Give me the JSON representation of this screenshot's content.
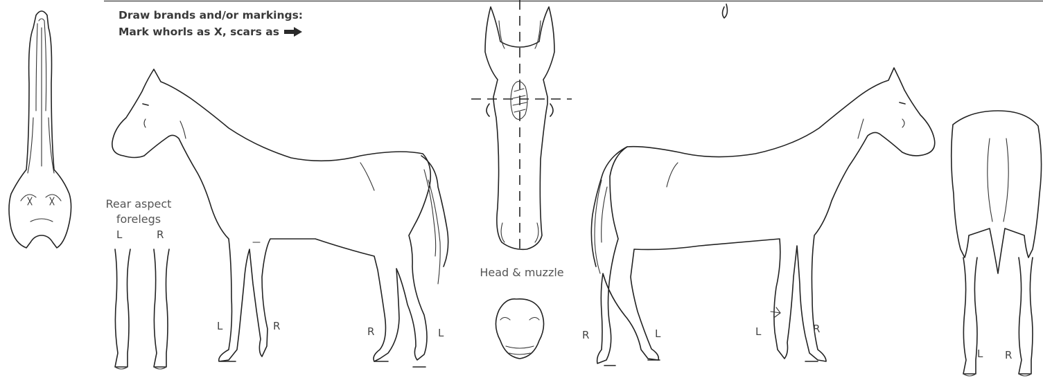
{
  "instructions": {
    "line1": "Draw brands and/or markings:",
    "line2": "Mark whorls as X, scars as"
  },
  "icons": {
    "scar_marker": "arrow-right-icon"
  },
  "rear_aspect_label": {
    "line1": "Rear aspect",
    "line2": "forelegs"
  },
  "leg_labels": {
    "rear_aspect_left": "L",
    "rear_aspect_right": "R",
    "left_horse_fore_near": "L",
    "left_horse_fore_far": "R",
    "left_horse_hind_far": "R",
    "left_horse_hind_near": "L",
    "right_horse_hind_near": "R",
    "right_horse_hind_far": "L",
    "right_horse_fore_near": "L",
    "right_horse_fore_far": "R",
    "hind_view_left": "L",
    "hind_view_right": "R"
  },
  "head_caption": "Head & muzzle"
}
